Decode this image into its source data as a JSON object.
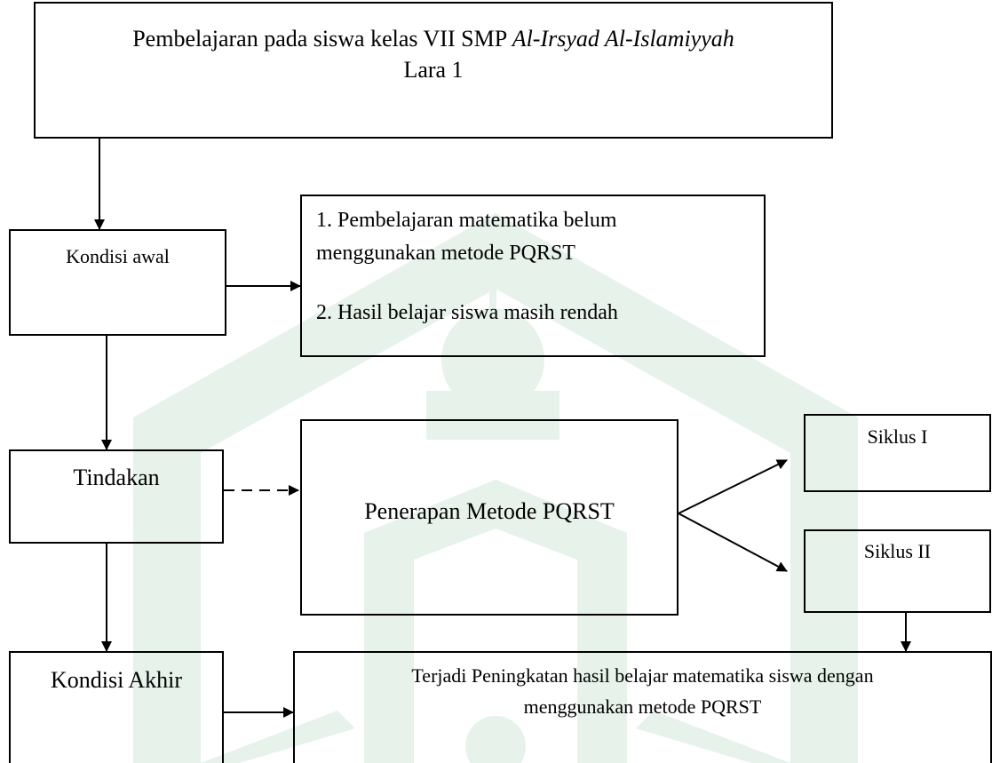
{
  "diagram": {
    "top_box": {
      "line1_prefix": "Pembelajaran pada siswa kelas VII SMP ",
      "line1_italic": "Al-Irsyad Al-Islamiyyah",
      "line2": "Lara 1"
    },
    "kondisi_awal": {
      "label": "Kondisi awal"
    },
    "initial_conditions": {
      "item1_line1": "1. Pembelajaran  matematika belum",
      "item1_line2": "menggunakan metode PQRST",
      "item2": "2. Hasil belajar  siswa masih rendah"
    },
    "tindakan": {
      "label": "Tindakan"
    },
    "penerapan": {
      "label": "Penerapan Metode PQRST"
    },
    "siklus1": {
      "label": "Siklus I"
    },
    "siklus2": {
      "label": "Siklus II"
    },
    "kondisi_akhir": {
      "label": "Kondisi Akhir"
    },
    "outcome": {
      "line1": "Terjadi Peningkatan hasil belajar matematika siswa dengan",
      "line2": "menggunakan metode PQRST"
    }
  },
  "watermark": {
    "color": "#e6f2ea"
  }
}
